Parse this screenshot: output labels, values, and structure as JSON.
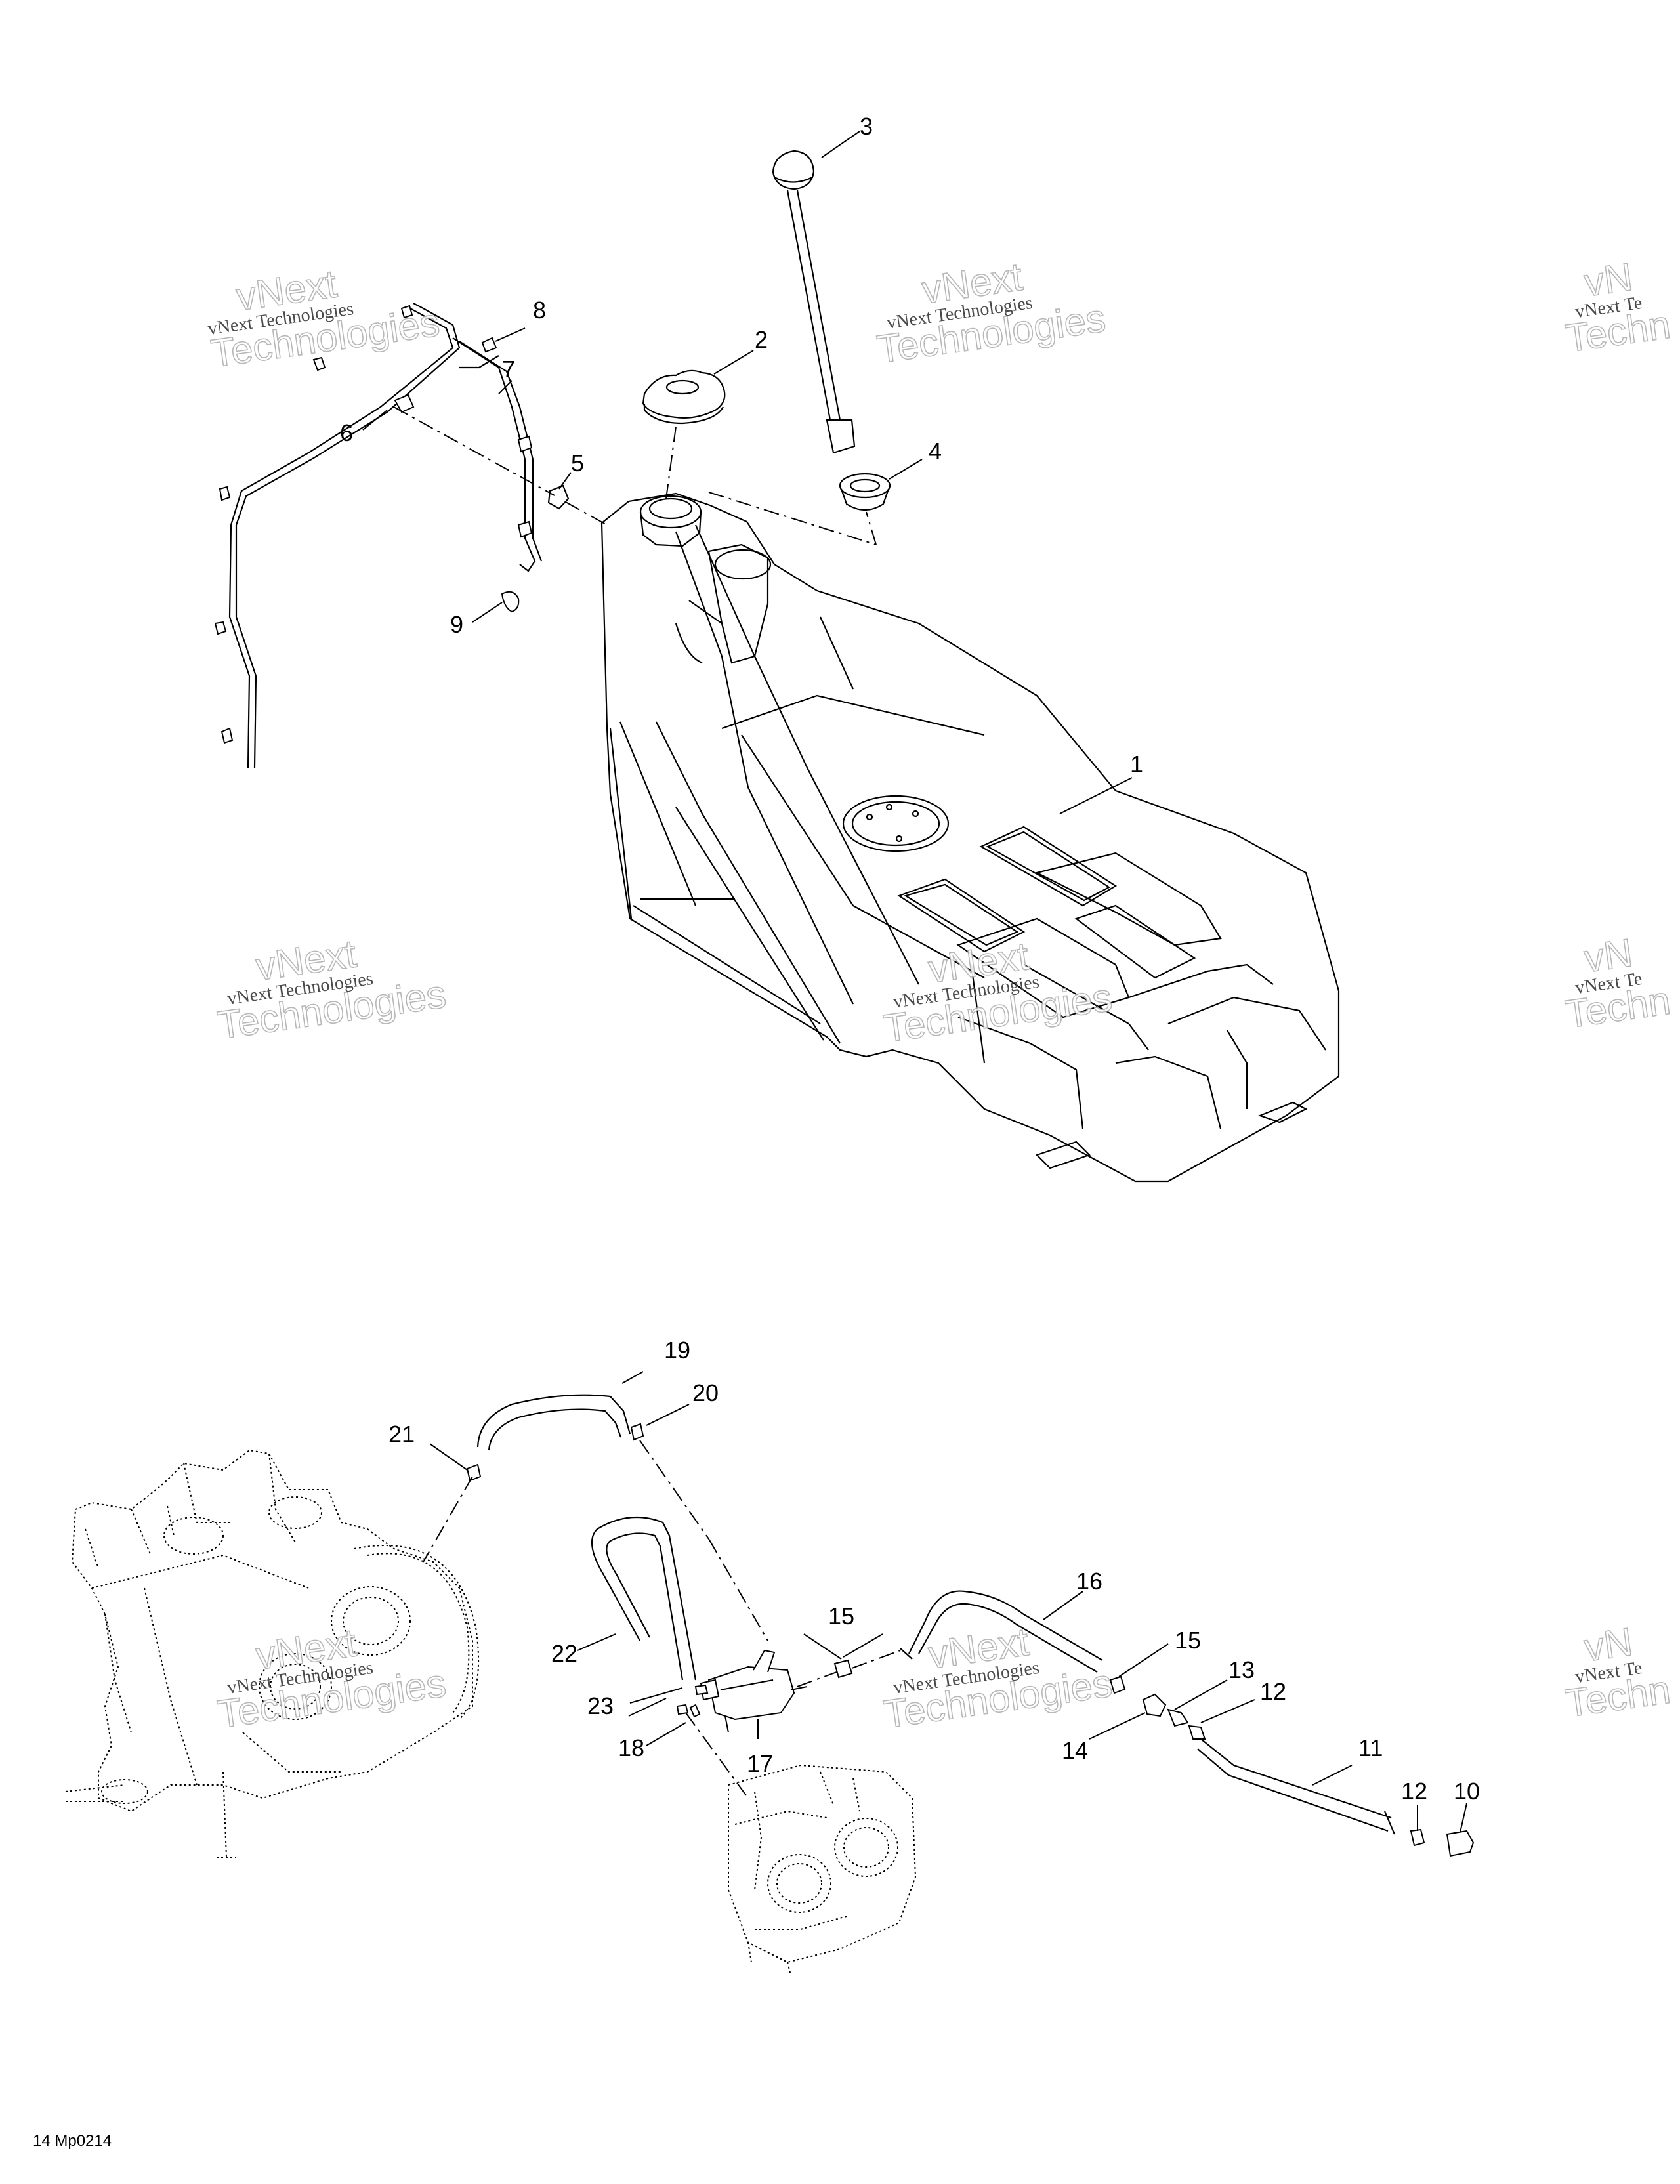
{
  "callouts": {
    "c1": "1",
    "c2": "2",
    "c3": "3",
    "c4": "4",
    "c5": "5",
    "c6": "6",
    "c7": "7",
    "c8": "8",
    "c9": "9",
    "c10": "10",
    "c11": "11",
    "c12a": "12",
    "c12b": "12",
    "c13": "13",
    "c14": "14",
    "c15a": "15",
    "c15b": "15",
    "c16": "16",
    "c17": "17",
    "c18": "18",
    "c19": "19",
    "c20": "20",
    "c21": "21",
    "c22": "22",
    "c23": "23"
  },
  "watermark": {
    "line1": "vNext",
    "line2": "vNext Technologies",
    "line3": "Technologies",
    "cut_a": "vNext Te",
    "cut_b": "Techn",
    "cut_c": "vN"
  },
  "reference_code": "14 Mp0214",
  "colors": {
    "ink": "#000000",
    "watermark": "#b0b0b0",
    "background": "#ffffff"
  }
}
